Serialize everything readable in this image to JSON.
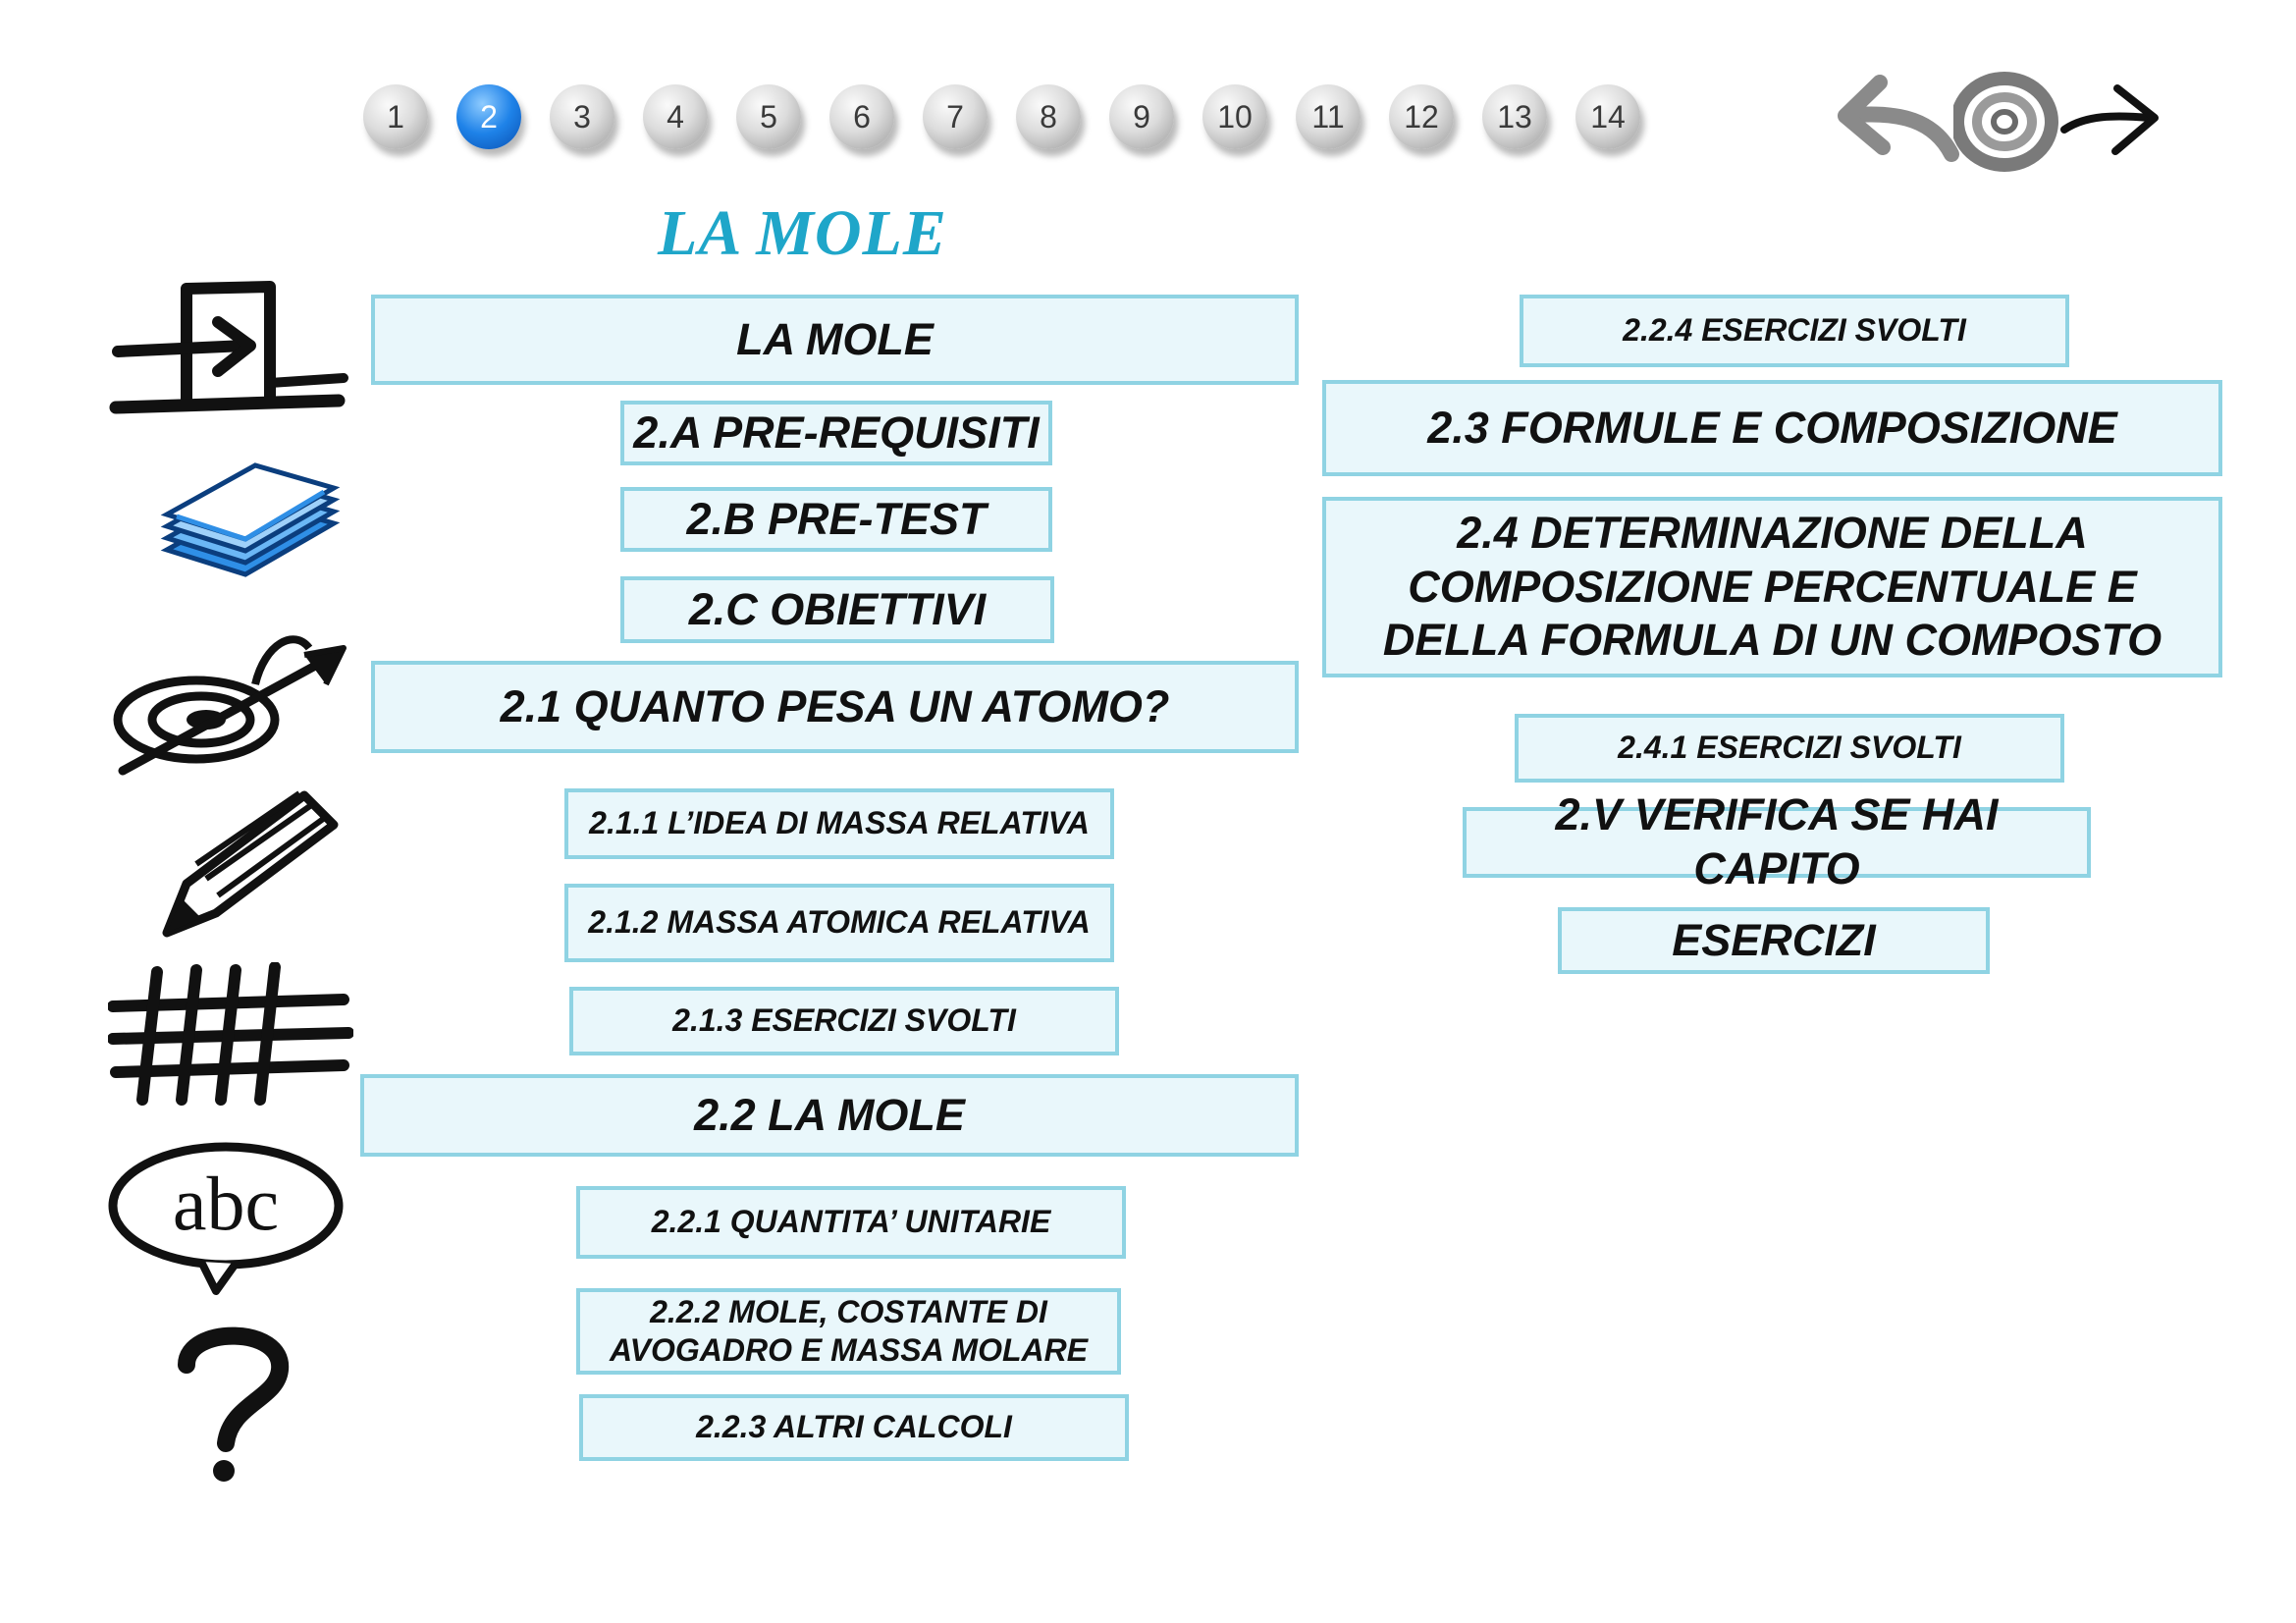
{
  "chapters": [
    "1",
    "2",
    "3",
    "4",
    "5",
    "6",
    "7",
    "8",
    "9",
    "10",
    "11",
    "12",
    "13",
    "14"
  ],
  "active_chapter": "2",
  "title": "LA MOLE",
  "menu": {
    "la_mole": "LA MOLE",
    "pre_requisiti": "2.A PRE-REQUISITI",
    "pre_test": "2.B PRE-TEST",
    "obiettivi": "2.C OBIETTIVI",
    "quanto_pesa": "2.1 QUANTO PESA UN ATOMO?",
    "massa_relativa": "2.1.1 L’IDEA DI MASSA RELATIVA",
    "massa_atomica": "2.1.2 MASSA ATOMICA RELATIVA",
    "esercizi_213": "2.1.3 ESERCIZI SVOLTI",
    "la_mole_22": "2.2 LA MOLE",
    "quantita_unitarie": "2.2.1 QUANTITA’ UNITARIE",
    "mole_avogadro_1": "2.2.2 MOLE, COSTANTE DI",
    "mole_avogadro_2": "AVOGADRO E MASSA MOLARE",
    "altri_calcoli": "2.2.3 ALTRI CALCOLI",
    "esercizi_224": "2.2.4 ESERCIZI SVOLTI",
    "formule": "2.3 FORMULE E COMPOSIZIONE",
    "determinazione_1": "2.4 DETERMINAZIONE DELLA",
    "determinazione_2": "COMPOSIZIONE PERCENTUALE E",
    "determinazione_3": "DELLA FORMULA DI UN COMPOSTO",
    "esercizi_241": "2.4.1 ESERCIZI SVOLTI",
    "verifica": "2.V VERIFICA SE HAI CAPITO",
    "esercizi": "ESERCIZI"
  },
  "sidebar_icons": [
    "exit-door-icon",
    "cards-stack-icon",
    "target-arrow-icon",
    "pencil-icon",
    "hash-grid-icon",
    "abc-speech-bubble-icon",
    "question-mark-icon"
  ],
  "nav_icons": [
    "back-arrow-icon",
    "home-spiral-icon",
    "forward-arrow-icon"
  ],
  "colors": {
    "title": "#1fa6c9",
    "box_fill": "#e9f7fb",
    "box_border": "#8fd3e3",
    "active_chapter": "#1e82e8"
  }
}
